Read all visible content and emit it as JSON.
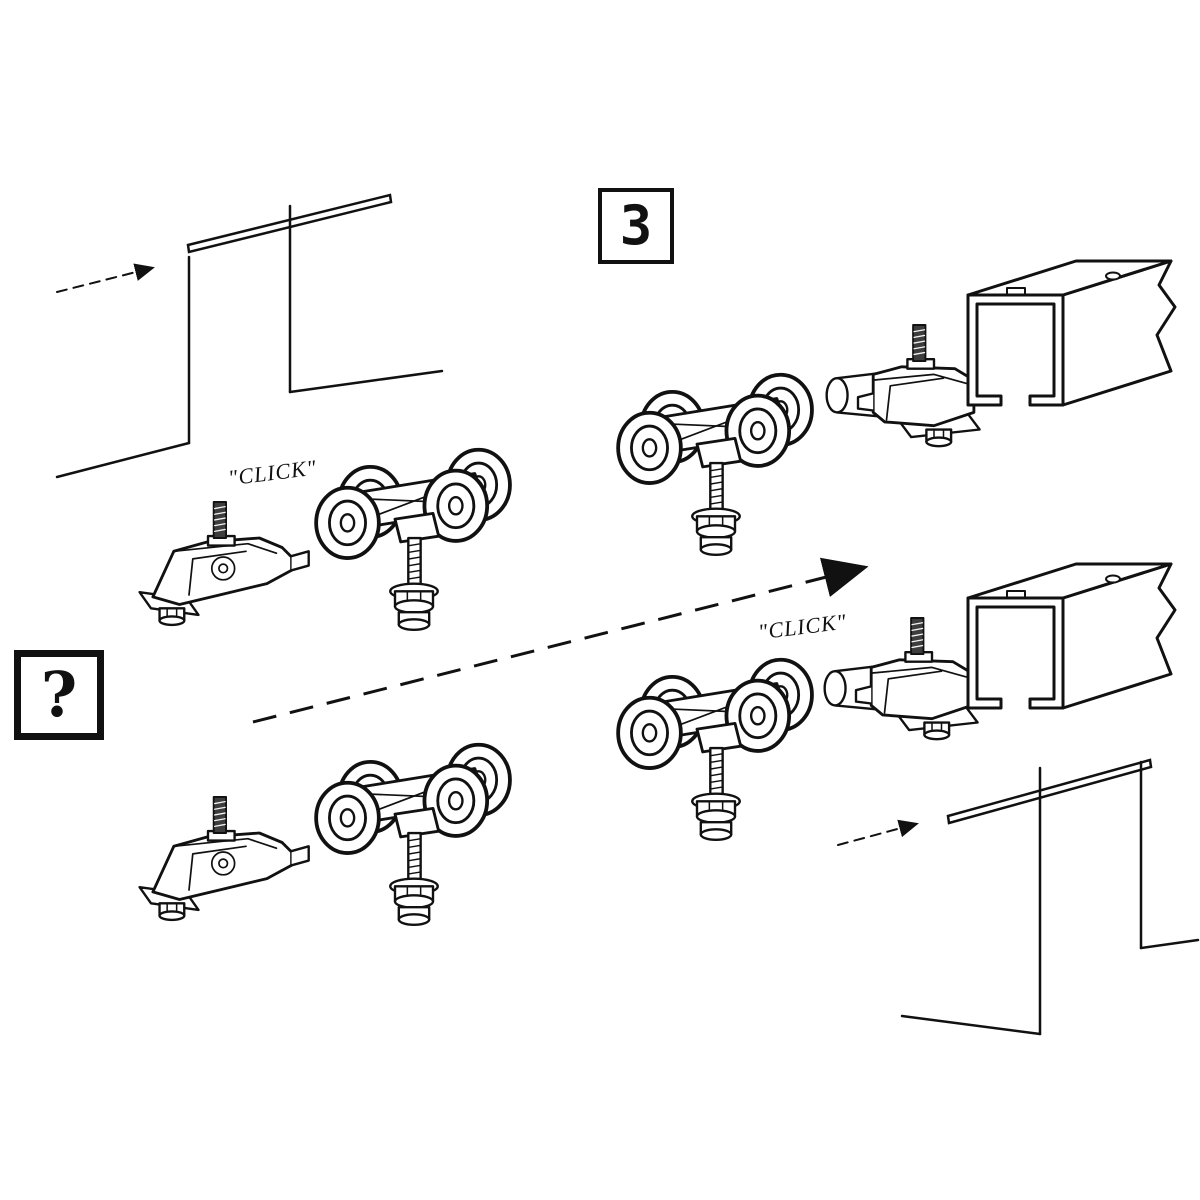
{
  "labels": {
    "step_number": "3",
    "unknown_marker": "?",
    "click_left": "\"CLICK\"",
    "click_right": "\"CLICK\""
  },
  "colors": {
    "line": "#111111",
    "stud_fill": "#3d3d3d",
    "background": "#ffffff"
  }
}
